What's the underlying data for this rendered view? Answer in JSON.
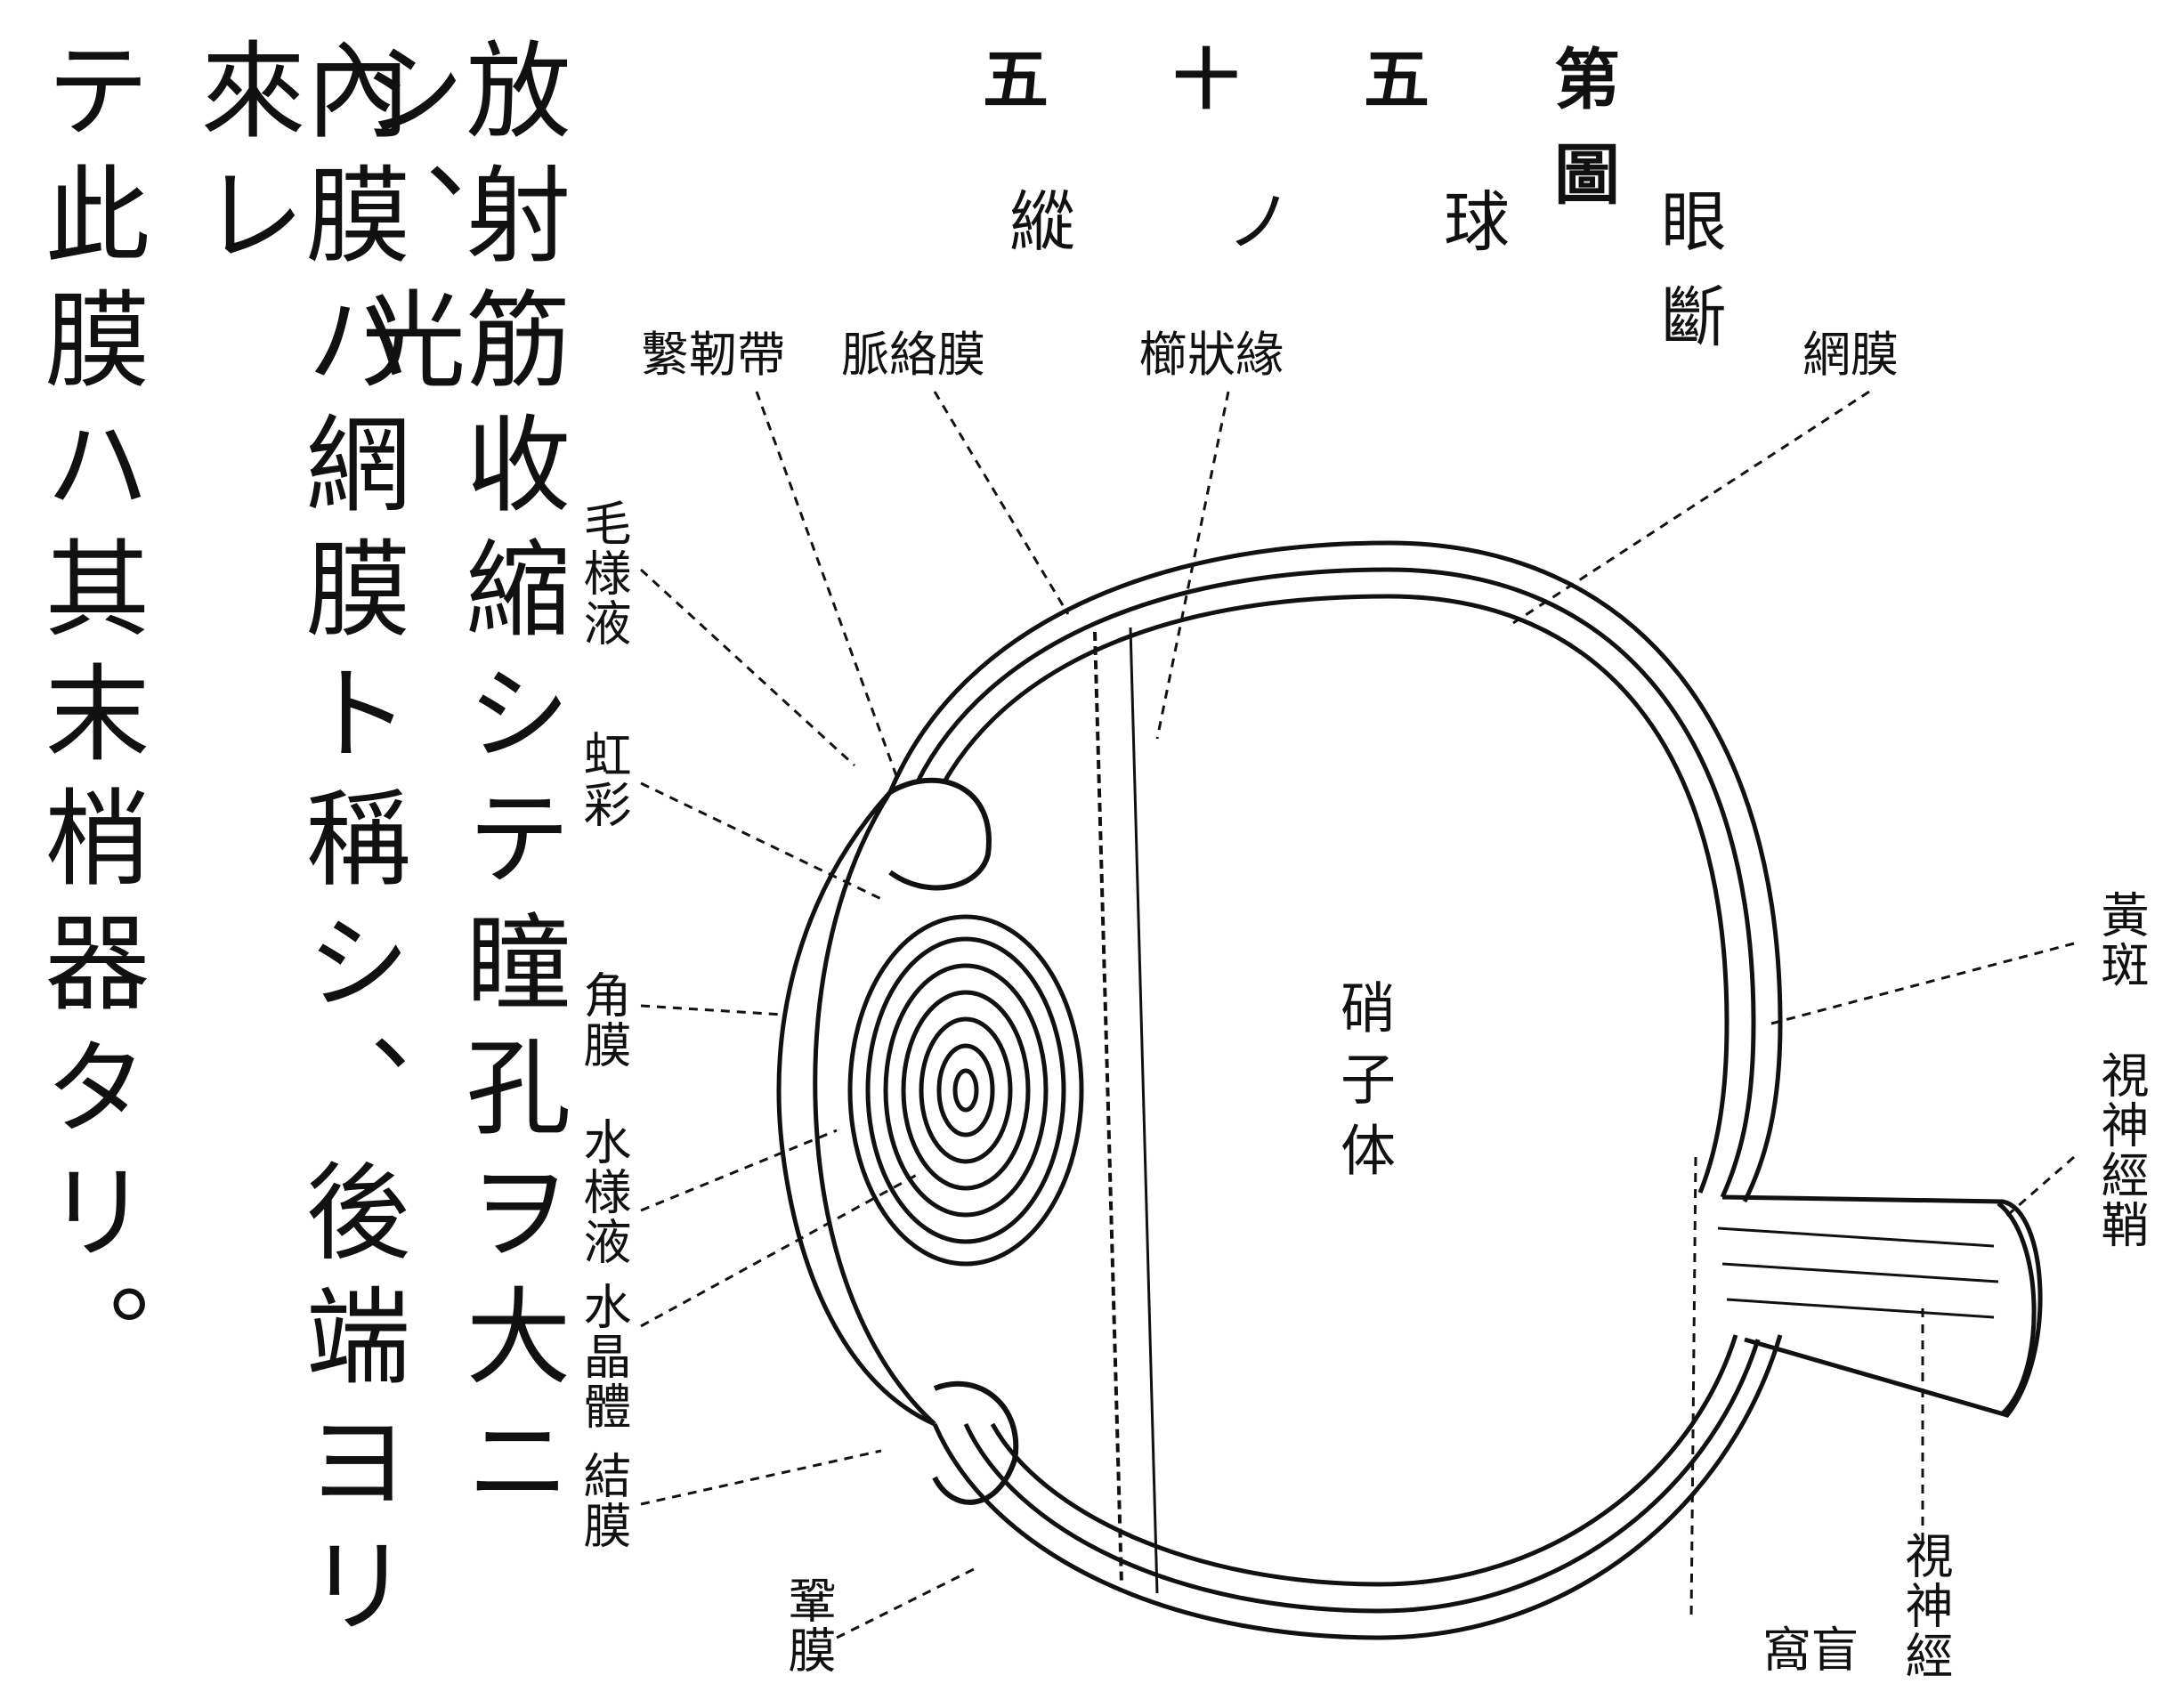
{
  "body_text": {
    "columns": [
      "放射筋收縮シテ瞳孔ヲ大ニシ、光",
      "內膜ハ網膜ト稱シ、後端ヨリ來レ",
      "テ此膜ハ其末梢器タリ。"
    ]
  },
  "figure": {
    "number": "第五十五圖",
    "caption": "眼球ノ縱斷",
    "labels": {
      "zonule": "繫靭帶",
      "choroid": "脈絡膜",
      "ciliary_margin": "櫛狀緣",
      "retina": "網膜",
      "ciliary_fluid": "毛様液",
      "iris": "虹彩",
      "cornea": "角膜",
      "aqueous_humor": "水様液",
      "lens": "水晶體",
      "conjunctiva": "結膜",
      "sclera": "鞏膜",
      "vitreous": "硝子体",
      "macula": "黃斑",
      "optic_sheath": "視神經鞘",
      "optic_nerve": "視神經",
      "blind_spot": "盲窩"
    }
  }
}
